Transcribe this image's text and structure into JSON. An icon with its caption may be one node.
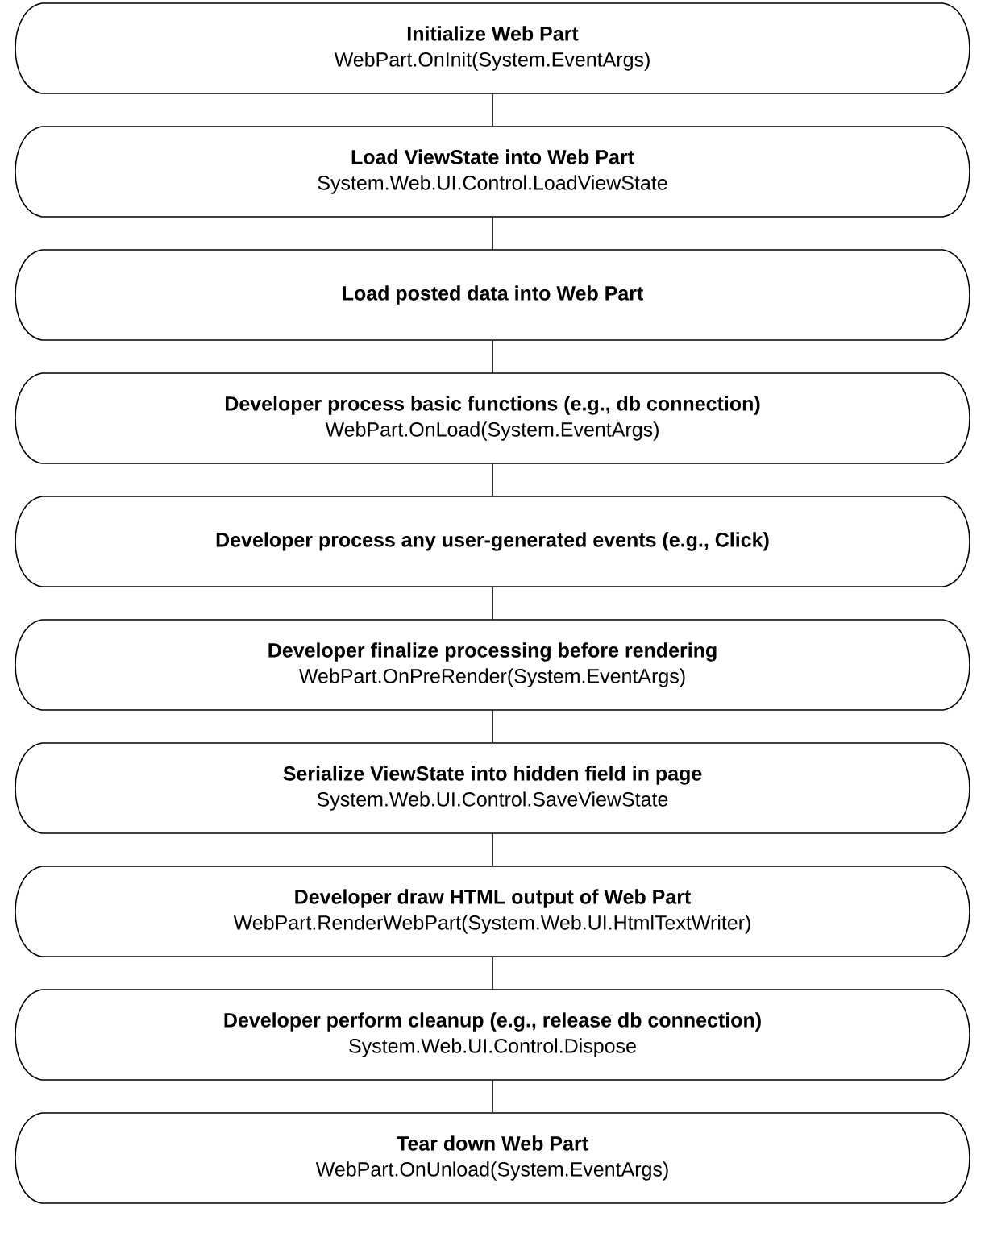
{
  "diagram": {
    "nodes": [
      {
        "text": [
          "Initialize Web Part",
          "WebPart.OnInit(System.EventArgs)"
        ]
      },
      {
        "text": [
          "Load ViewState into Web Part",
          "System.Web.UI.Control.LoadViewState"
        ]
      },
      {
        "text": [
          "Load posted data into Web Part"
        ]
      },
      {
        "text": [
          "Developer process basic functions (e.g., db connection)",
          "WebPart.OnLoad(System.EventArgs)"
        ]
      },
      {
        "text": [
          "Developer process any user-generated events (e.g., Click)"
        ]
      },
      {
        "text": [
          "Developer finalize processing before rendering",
          "WebPart.OnPreRender(System.EventArgs)"
        ]
      },
      {
        "text": [
          "Serialize ViewState into hidden field in page",
          "System.Web.UI.Control.SaveViewState"
        ]
      },
      {
        "text": [
          "Developer draw HTML output of Web Part",
          "WebPart.RenderWebPart(System.Web.UI.HtmlTextWriter)"
        ]
      },
      {
        "text": [
          "Developer perform cleanup (e.g., release db connection)",
          "System.Web.UI.Control.Dispose"
        ]
      },
      {
        "text": [
          "Tear down Web Part",
          "WebPart.OnUnload(System.EventArgs)"
        ]
      }
    ],
    "edges": [
      {
        "from": 0,
        "to": 1,
        "arrow": "none"
      },
      {
        "from": 1,
        "to": 2,
        "arrow": "none"
      },
      {
        "from": 2,
        "to": 3,
        "arrow": "none"
      },
      {
        "from": 3,
        "to": 4,
        "arrow": "none"
      },
      {
        "from": 4,
        "to": 5,
        "arrow": "none"
      },
      {
        "from": 5,
        "to": 6,
        "arrow": "none"
      },
      {
        "from": 6,
        "to": 7,
        "arrow": "none"
      },
      {
        "from": 7,
        "to": 8,
        "arrow": "none"
      },
      {
        "from": 8,
        "to": 9,
        "arrow": "none"
      }
    ]
  }
}
